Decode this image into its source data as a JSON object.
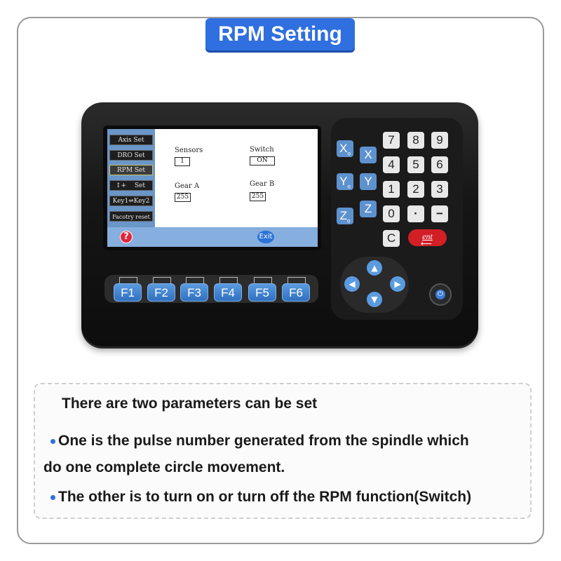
{
  "title": "RPM Setting",
  "device": {
    "menu": [
      "Axis Set",
      "DRO Set",
      "RPM Set",
      "Set",
      "Key1⇌Key2",
      "Facotry reset"
    ],
    "active_menu_index": 2,
    "params": [
      {
        "label": "Sensors",
        "value": "1"
      },
      {
        "label": "Switch",
        "value": "ON"
      },
      {
        "label": "Gear A",
        "value": "255"
      },
      {
        "label": "Gear B",
        "value": "255"
      }
    ],
    "help_symbol": "?",
    "exit_label": "Exit",
    "fkeys": [
      "F1",
      "F2",
      "F3",
      "F4",
      "F5",
      "F6"
    ],
    "axis_keys_left": [
      "X",
      "Y",
      "Z"
    ],
    "axis_keys_right": [
      "X",
      "Y",
      "Z"
    ],
    "axis_subscript": "o",
    "number_keys": [
      "7",
      "8",
      "9",
      "4",
      "5",
      "6",
      "1",
      "2",
      "3",
      "0",
      "·",
      "−",
      "C"
    ],
    "enter_label": "ent",
    "icons": [
      "help-icon",
      "power-icon",
      "arrow-up-icon",
      "arrow-down-icon",
      "arrow-left-icon",
      "arrow-right-icon"
    ]
  },
  "description": {
    "heading": "There are two parameters can be set",
    "bullet1_line1": "One is the pulse number generated from the spindle which",
    "bullet1_line2": "do one complete circle movement.",
    "bullet2": "The other is to turn on or turn off the RPM function(Switch)"
  },
  "colors": {
    "accent": "#2f6fe0",
    "enter": "#d21f26",
    "fkey": "#4a8ad8"
  }
}
